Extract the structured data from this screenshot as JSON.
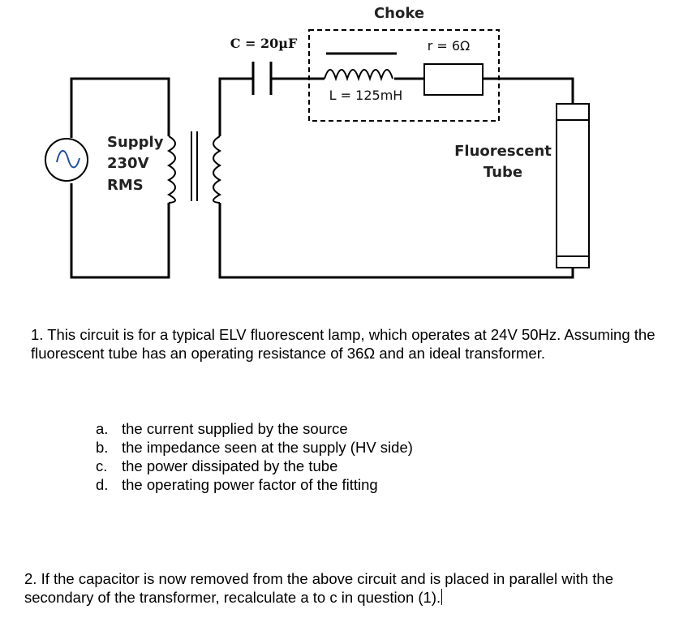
{
  "diagram": {
    "choke_label": "Choke",
    "capacitor_label": "C = 20µF",
    "resistor_label": "r = 6Ω",
    "inductor_label": "L = 125mH",
    "supply_line1": "Supply",
    "supply_line2": "230V",
    "supply_line3": "RMS",
    "tube_line1": "Fluorescent",
    "tube_line2": "Tube"
  },
  "question1": {
    "text": "1. This circuit is for a typical ELV fluorescent lamp, which operates at 24V 50Hz. Assuming the fluorescent tube has an operating resistance of 36Ω and an ideal transformer.",
    "parts": [
      {
        "marker": "a.",
        "text": "the current supplied by the source"
      },
      {
        "marker": "b.",
        "text": "the impedance seen at the supply (HV side)"
      },
      {
        "marker": "c.",
        "text": "the power dissipated by the tube"
      },
      {
        "marker": "d.",
        "text": "the operating power factor of the fitting"
      }
    ]
  },
  "question2": {
    "text": "2. If the capacitor is now removed from the above circuit and is placed in parallel with the secondary of the transformer, recalculate a to c in question (1)."
  }
}
